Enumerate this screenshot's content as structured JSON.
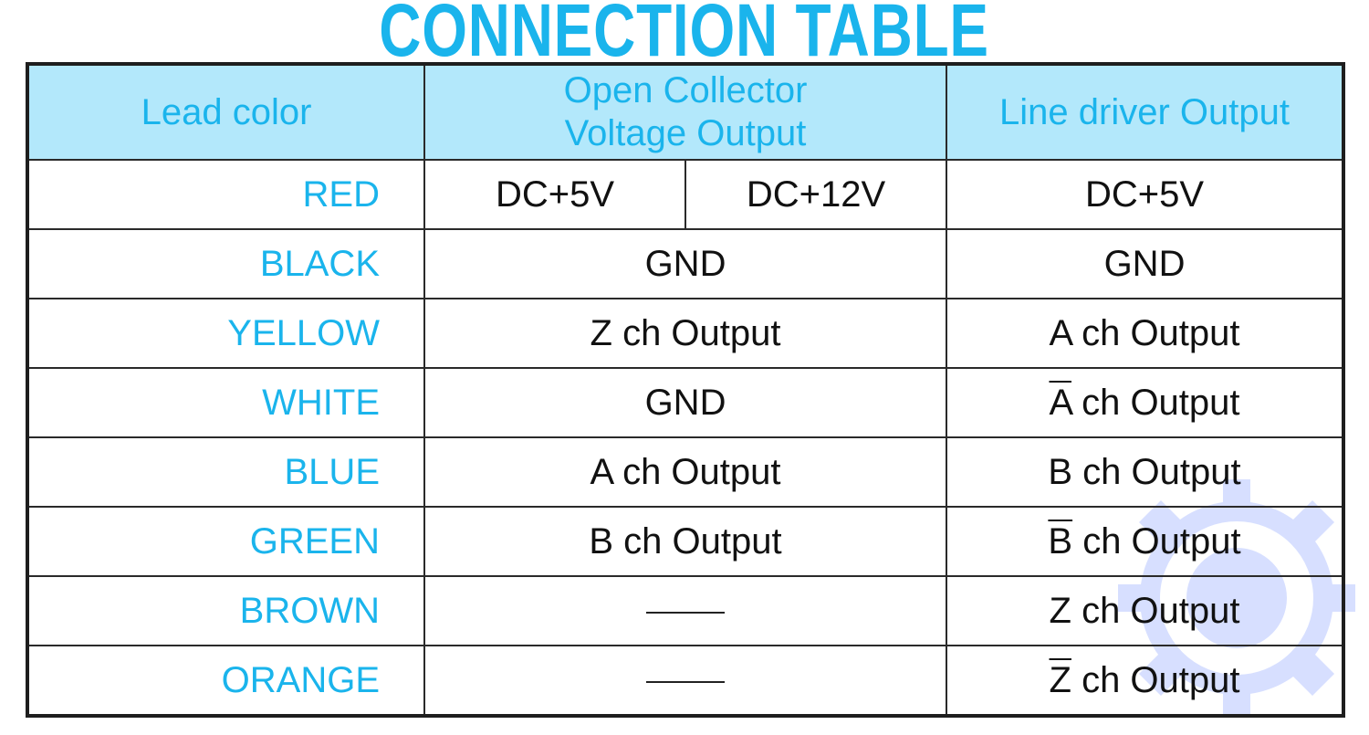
{
  "title": "CONNECTION TABLE",
  "headers": {
    "lead": "Lead color",
    "oc_line1": "Open Collector",
    "oc_line2": "Voltage Output",
    "ld": "Line driver Output"
  },
  "rows": [
    {
      "lead": "RED",
      "oc_a": "DC+5V",
      "oc_b": "DC+12V",
      "ld_prefix": "",
      "ld_main": "DC+5V",
      "ld_suffix": ""
    },
    {
      "lead": "BLACK",
      "oc": "GND",
      "ld_prefix": "",
      "ld_main": "GND",
      "ld_suffix": ""
    },
    {
      "lead": "YELLOW",
      "oc": "Z ch Output",
      "ld_prefix": "",
      "ld_main": "A ch Output",
      "ld_suffix": ""
    },
    {
      "lead": "WHITE",
      "oc": "GND",
      "ld_prefix": "A",
      "ld_main": "",
      "ld_suffix": " ch Output"
    },
    {
      "lead": "BLUE",
      "oc": "A ch Output",
      "ld_prefix": "",
      "ld_main": "B ch Output",
      "ld_suffix": ""
    },
    {
      "lead": "GREEN",
      "oc": "B ch Output",
      "ld_prefix": "B",
      "ld_main": "",
      "ld_suffix": " ch Output"
    },
    {
      "lead": "BROWN",
      "oc": "",
      "ld_prefix": "",
      "ld_main": "Z ch Output",
      "ld_suffix": ""
    },
    {
      "lead": "ORANGE",
      "oc": "",
      "ld_prefix": "Z",
      "ld_main": "",
      "ld_suffix": " ch Output"
    }
  ],
  "colors": {
    "accent": "#1ab4ec",
    "header_bg": "#b3e8fb",
    "border": "#1e1e1e"
  },
  "watermark": "gear-logo"
}
